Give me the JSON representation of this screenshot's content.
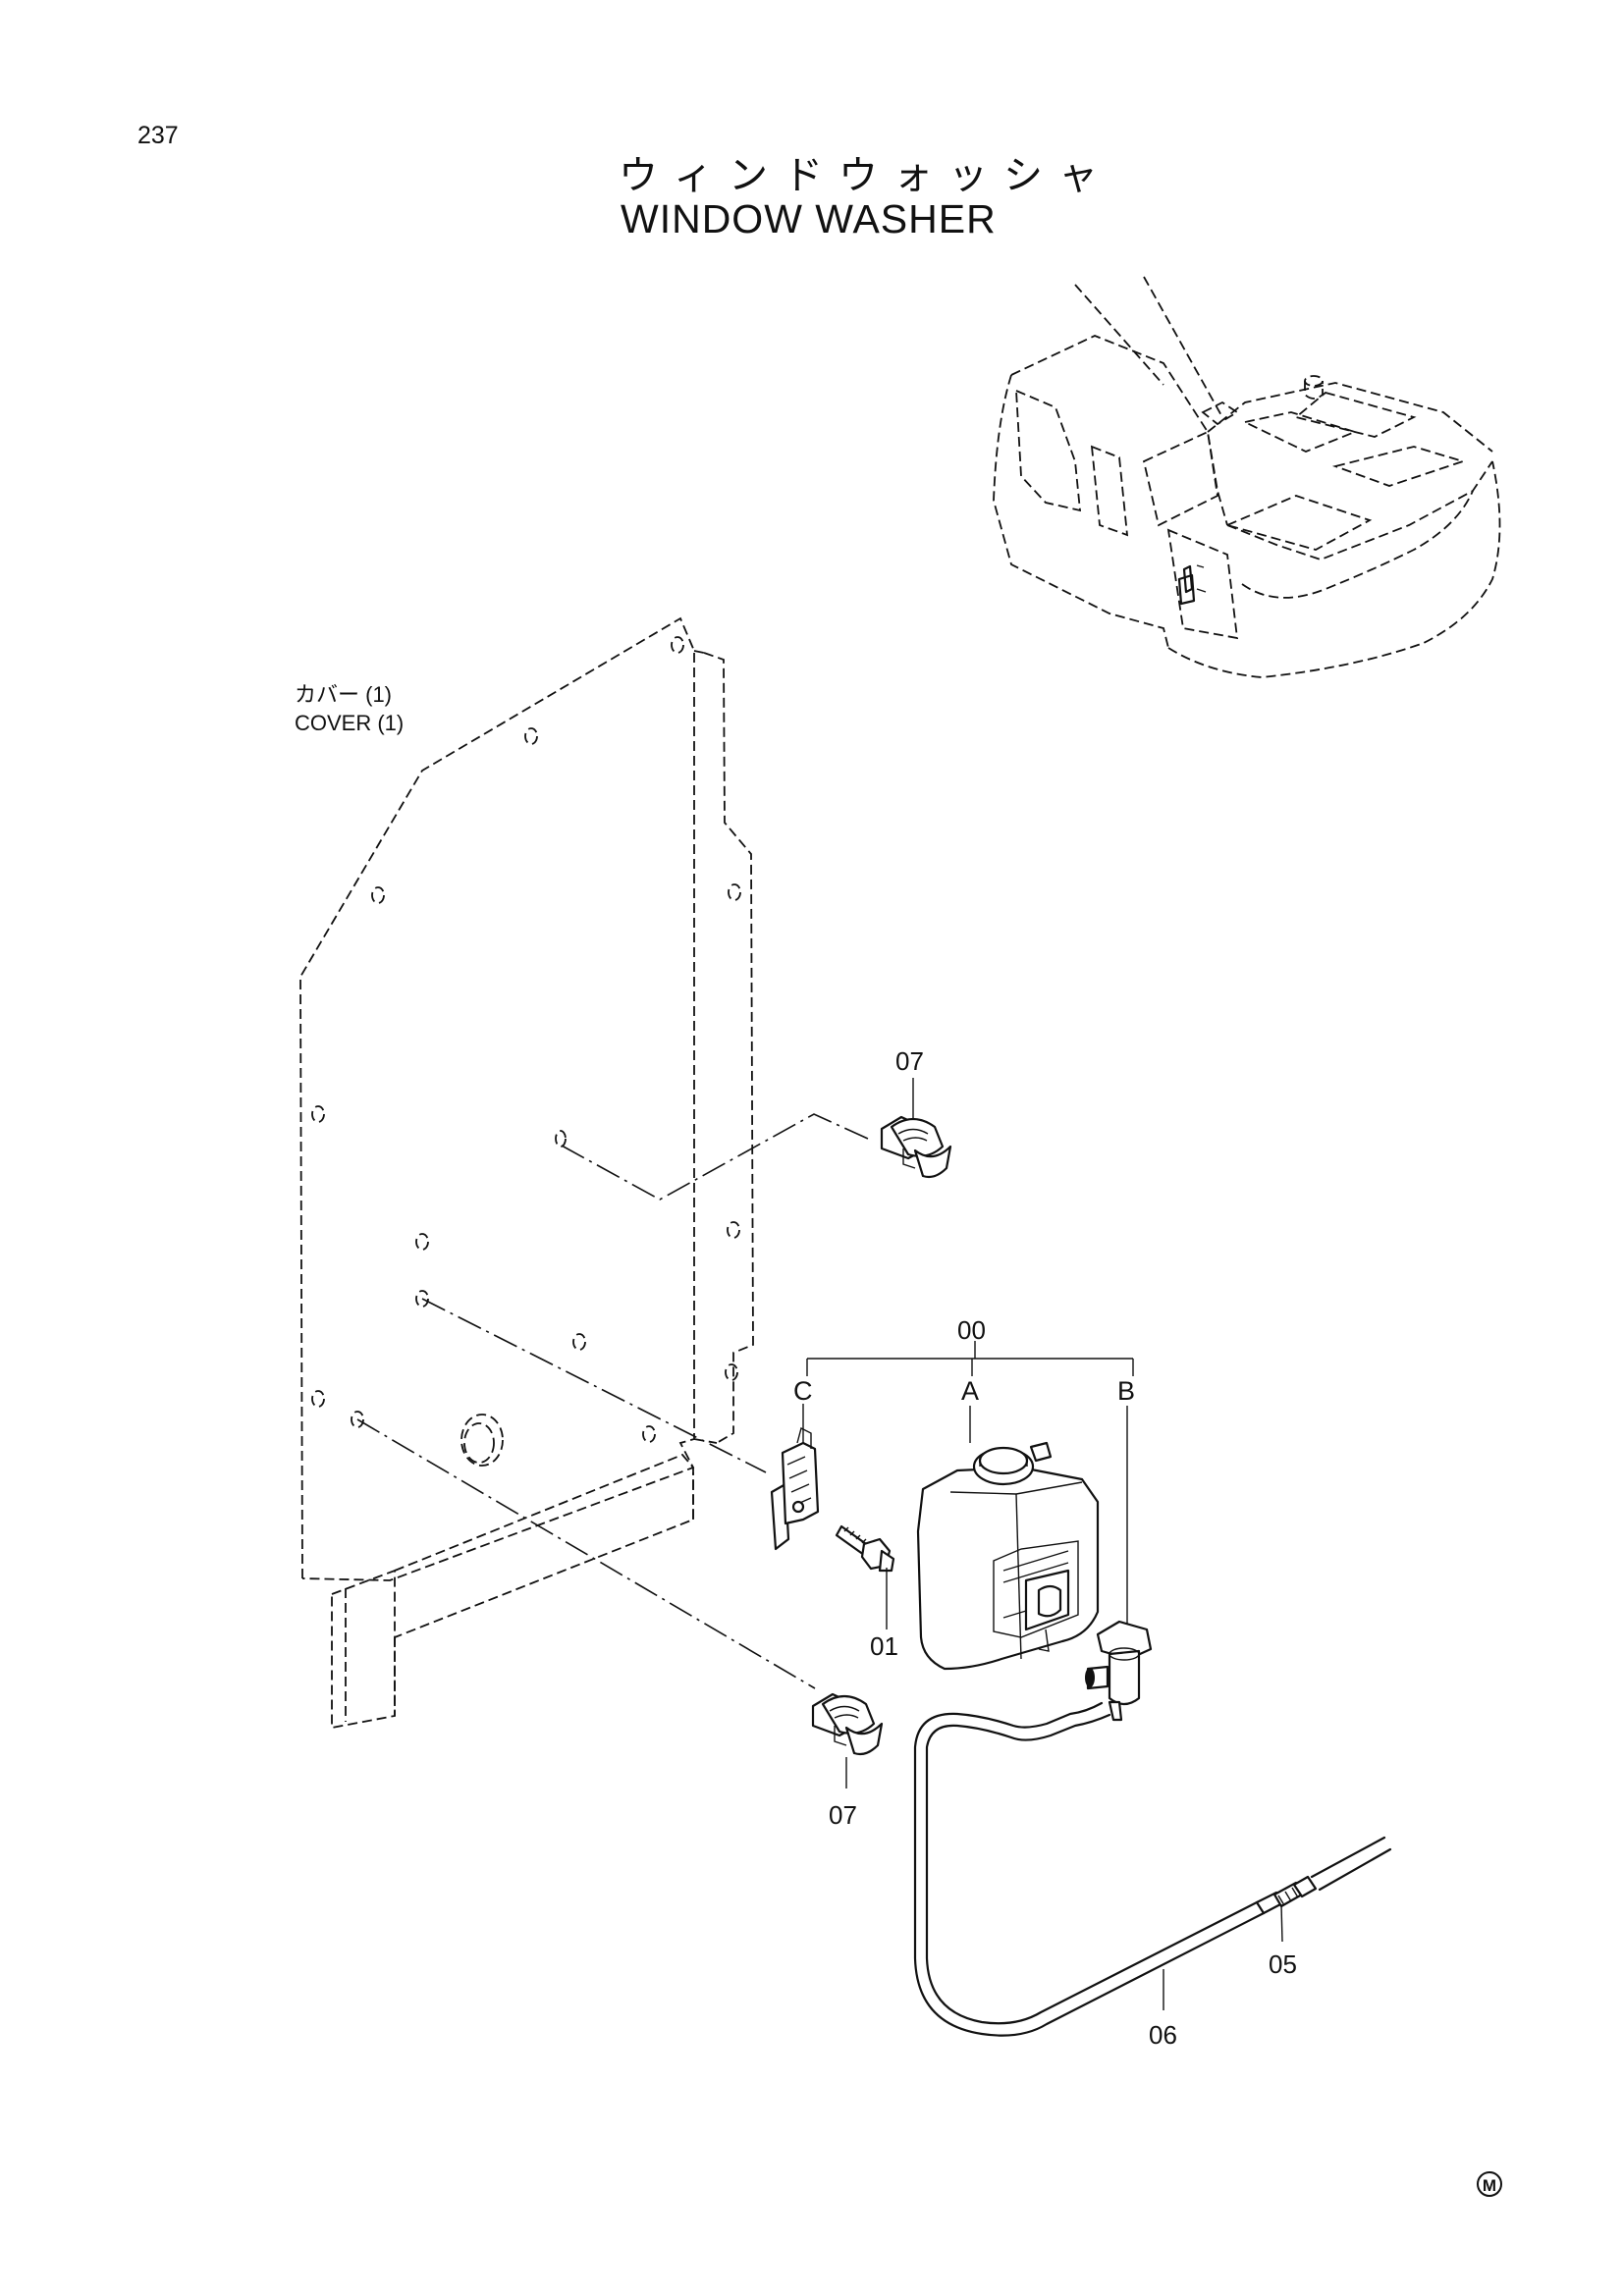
{
  "page_number": "237",
  "title_ja": "ウィンドウォッシャ",
  "title_en": "WINDOW WASHER",
  "cover_label_ja": "カバー (1)",
  "cover_label_en": "COVER (1)",
  "parts": {
    "group_00": "00",
    "sub_a": "A",
    "sub_b": "B",
    "sub_c": "C",
    "bolt_01": "01",
    "fitting_05": "05",
    "hose_06": "06",
    "clamp_07_upper": "07",
    "clamp_07_lower": "07"
  },
  "footer_mark": "M"
}
